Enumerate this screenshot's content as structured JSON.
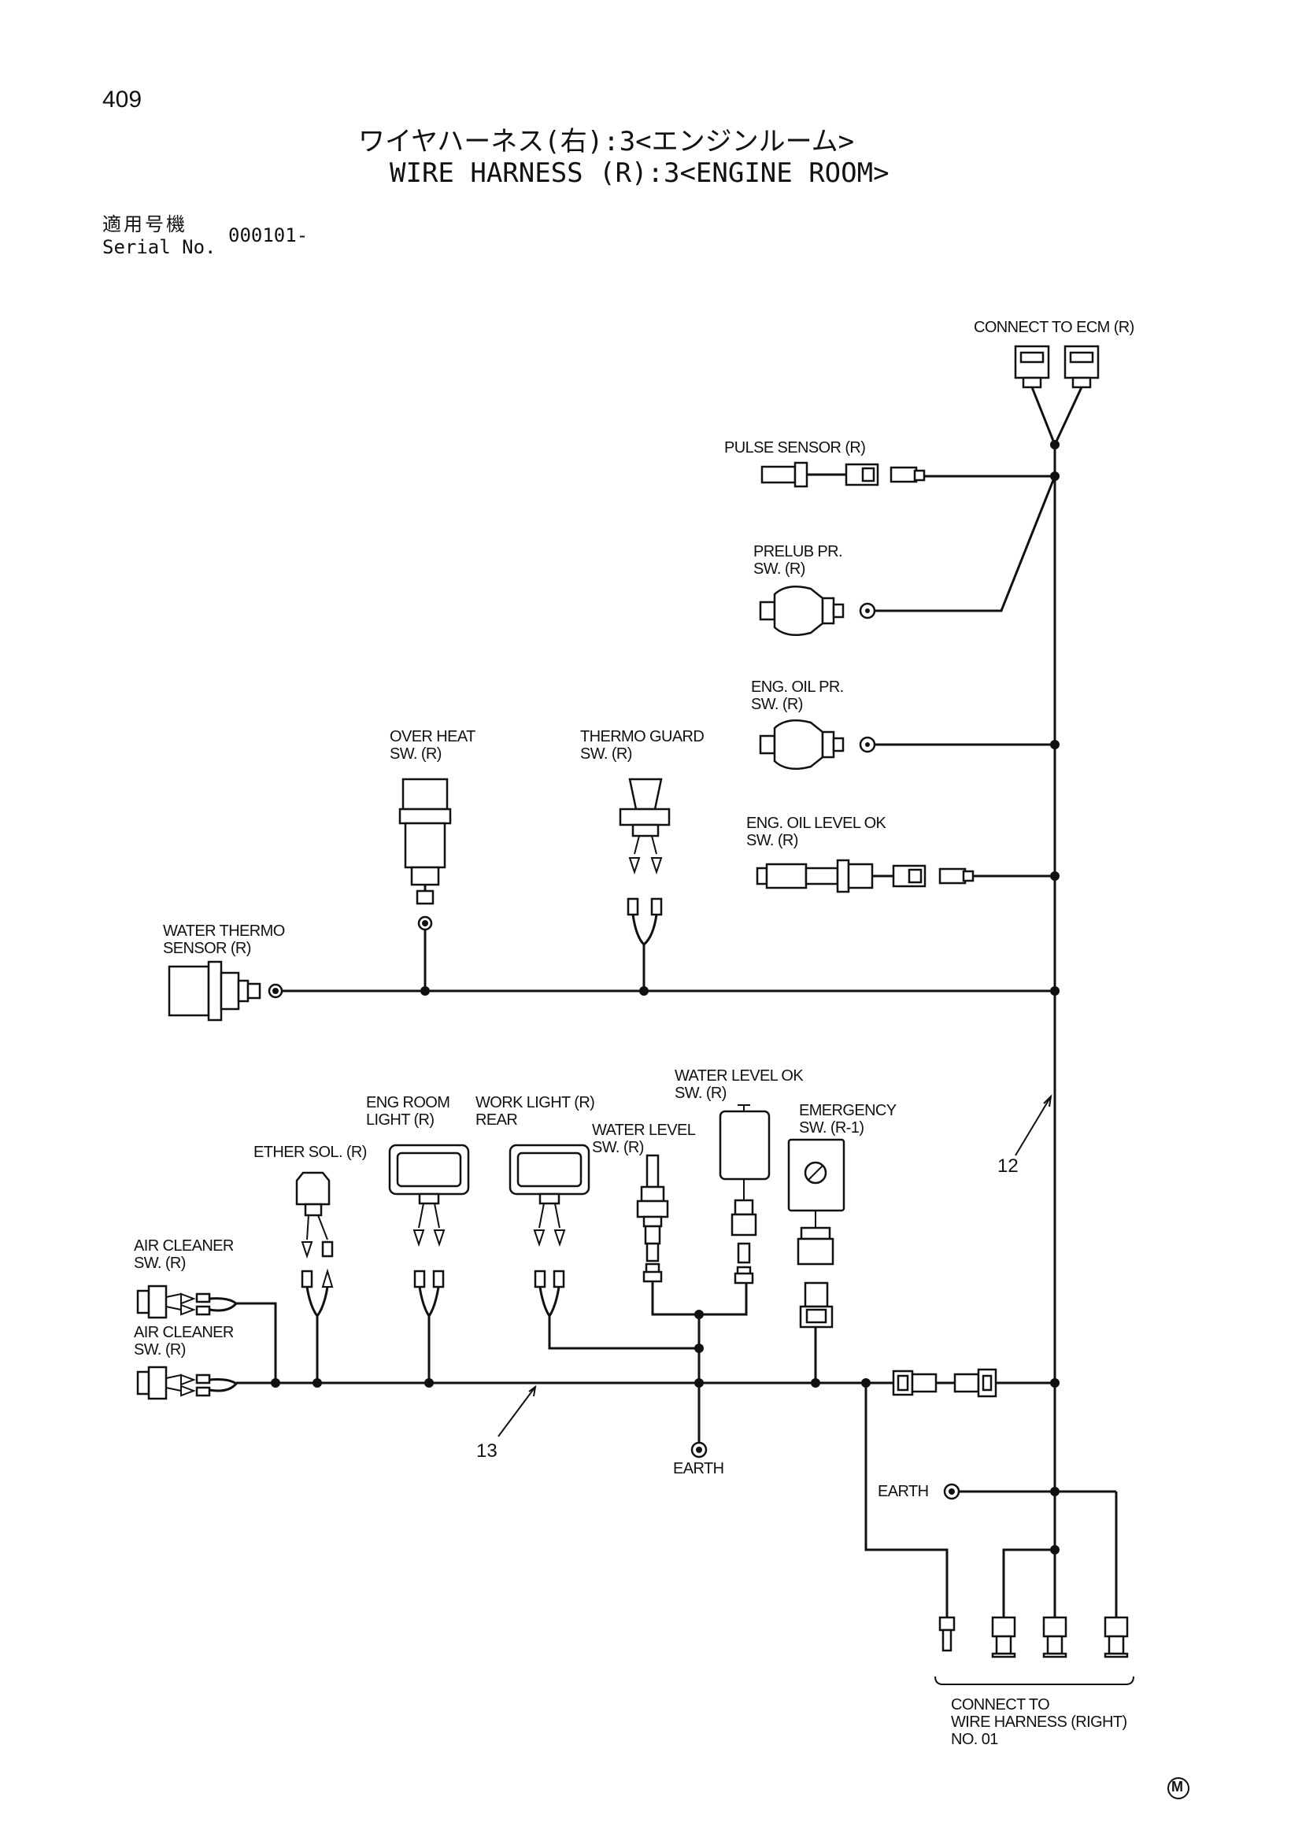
{
  "page_number": "409",
  "title_jp": "ワイヤハーネス(右):3<エンジンルーム>",
  "title_en": "WIRE HARNESS (R):3<ENGINE ROOM>",
  "serial": {
    "label_jp": "適用号機",
    "label_en": "Serial No.",
    "value": "000101-"
  },
  "labels": {
    "connect_ecm": "CONNECT TO ECM (R)",
    "pulse_sensor": "PULSE SENSOR (R)",
    "prelub": [
      "PRELUB PR.",
      "SW. (R)"
    ],
    "eng_oil_pr": [
      "ENG. OIL PR.",
      "SW. (R)"
    ],
    "eng_oil_level": [
      "ENG. OIL LEVEL OK",
      "SW. (R)"
    ],
    "over_heat": [
      "OVER HEAT",
      "SW. (R)"
    ],
    "thermo_guard": [
      "THERMO GUARD",
      "SW. (R)"
    ],
    "water_thermo": [
      "WATER THERMO",
      "SENSOR (R)"
    ],
    "water_level_ok": [
      "WATER LEVEL OK",
      "SW. (R)"
    ],
    "emergency": [
      "EMERGENCY",
      "SW. (R-1)"
    ],
    "eng_room_light": [
      "ENG ROOM",
      "LIGHT (R)"
    ],
    "work_light": [
      "WORK LIGHT (R)",
      "REAR"
    ],
    "water_level": [
      "WATER LEVEL",
      "SW. (R)"
    ],
    "ether_sol": "ETHER SOL. (R)",
    "air_cleaner_1": [
      "AIR CLEANER",
      "SW. (R)"
    ],
    "air_cleaner_2": [
      "AIR CLEANER",
      "SW. (R)"
    ],
    "earth_1": "EARTH",
    "earth_2": "EARTH",
    "ref_12": "12",
    "ref_13": "13",
    "connect_harness": [
      "CONNECT TO",
      "WIRE HARNESS (RIGHT)",
      "NO. 01"
    ],
    "mark": "M"
  }
}
